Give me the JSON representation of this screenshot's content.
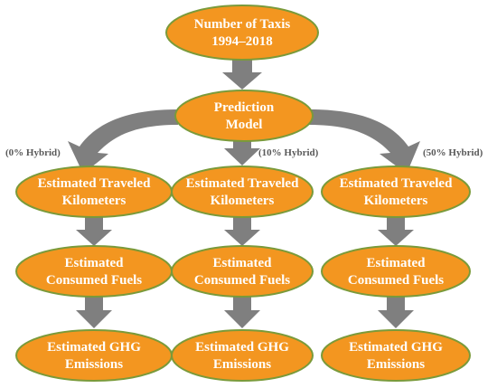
{
  "colors": {
    "node_fill": "#F39620",
    "node_stroke": "#7A9A3A",
    "node_text": "#FFFFFF",
    "arrow": "#7F7F7F",
    "scenario_text": "#595959"
  },
  "top": {
    "line1": "Number of Taxis",
    "line2": "1994–2018"
  },
  "model": {
    "line1": "Prediction",
    "line2": "Model"
  },
  "scenarios": [
    {
      "label": "(0% Hybrid)",
      "km": {
        "line1": "Estimated Traveled",
        "line2": "Kilometers"
      },
      "fuel": {
        "line1": "Estimated",
        "line2": "Consumed Fuels"
      },
      "ghg": {
        "line1": "Estimated GHG",
        "line2": "Emissions"
      }
    },
    {
      "label": "(10% Hybrid)",
      "km": {
        "line1": "Estimated Traveled",
        "line2": "Kilometers"
      },
      "fuel": {
        "line1": "Estimated",
        "line2": "Consumed Fuels"
      },
      "ghg": {
        "line1": "Estimated GHG",
        "line2": "Emissions"
      }
    },
    {
      "label": "(50% Hybrid)",
      "km": {
        "line1": "Estimated Traveled",
        "line2": "Kilometers"
      },
      "fuel": {
        "line1": "Estimated",
        "line2": "Consumed Fuels"
      },
      "ghg": {
        "line1": "Estimated GHG",
        "line2": "Emissions"
      }
    }
  ]
}
